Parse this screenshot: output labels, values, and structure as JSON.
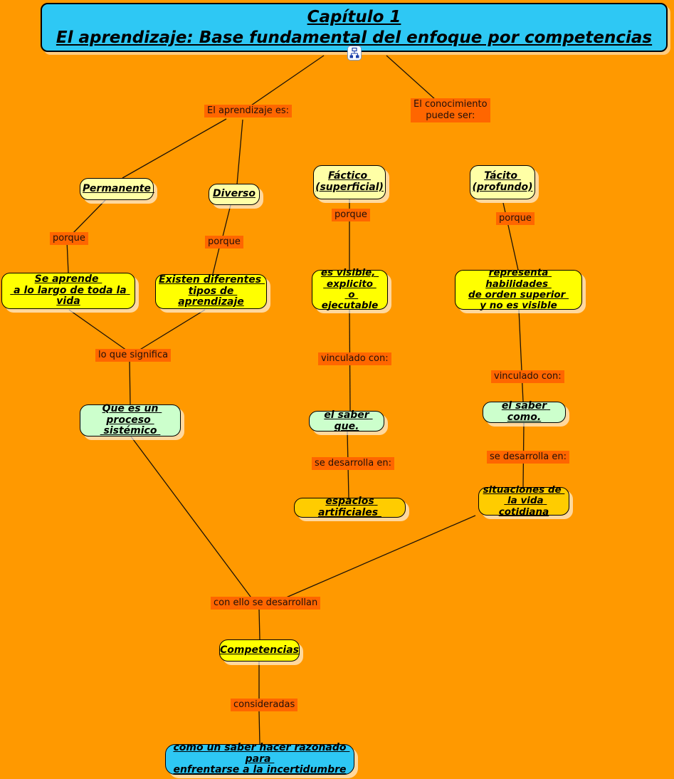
{
  "title": {
    "line1": "Capítulo 1",
    "line2": "El aprendizaje: Base fundamental del enfoque por competencias"
  },
  "colors": {
    "background": "#FF9900",
    "linking_label_bg": "#FF6600",
    "title_bg": "#2EC8F4",
    "node_light_yellow": "#FFFFA6",
    "node_yellow": "#FFFF00",
    "node_green": "#CCFFCC",
    "node_gold": "#FFCC00",
    "node_cyan": "#2EC8F4",
    "line_color": "#1b1208"
  },
  "icons": {
    "title_resource": "concept-map-resource-icon",
    "tacito_resource": "concept-map-resource-icon"
  },
  "linking_phrases": {
    "aprendizaje_es": "El aprendizaje es:",
    "conocimiento_puede_ser": "El conocimiento\npuede ser:",
    "porque_1": "porque",
    "porque_2": "porque",
    "porque_3": "porque",
    "porque_4": "porque",
    "lo_que_significa": "lo que significa",
    "vinculado_con_1": "vinculado con:",
    "vinculado_con_2": "vinculado con:",
    "se_desarrolla_en_1": "se desarrolla en:",
    "se_desarrolla_en_2": "se desarrolla en:",
    "con_ello_se_desarrollan": "con ello se desarrollan",
    "consideradas": "consideradas"
  },
  "concepts": {
    "permanente": "Permanente ",
    "diverso": "Diverso",
    "factico": "Fáctico \n(superficial)",
    "tacito": "Tácito \n(profundo)",
    "se_aprende": "Se aprende \n a lo largo de toda la vida",
    "existen_diferentes": "Existen diferentes \ntipos de aprendizaje",
    "es_visible": "es visible, \n explicito \n o ejecutable",
    "representa_habilidades": "representa habilidades \nde orden superior \ny no es visible",
    "proceso_sistemico": "Que es un proceso \n sistémico ",
    "el_saber_que": "el saber que.",
    "el_saber_como": "el saber como.",
    "espacios_artificiales": "espacios artificiales ",
    "situaciones_vida": "situaciones de \n la vida cotidiana",
    "competencias": "Competencias",
    "saber_hacer": "como un saber hacer razonado para \nenfrentarse a la incertidumbre"
  }
}
